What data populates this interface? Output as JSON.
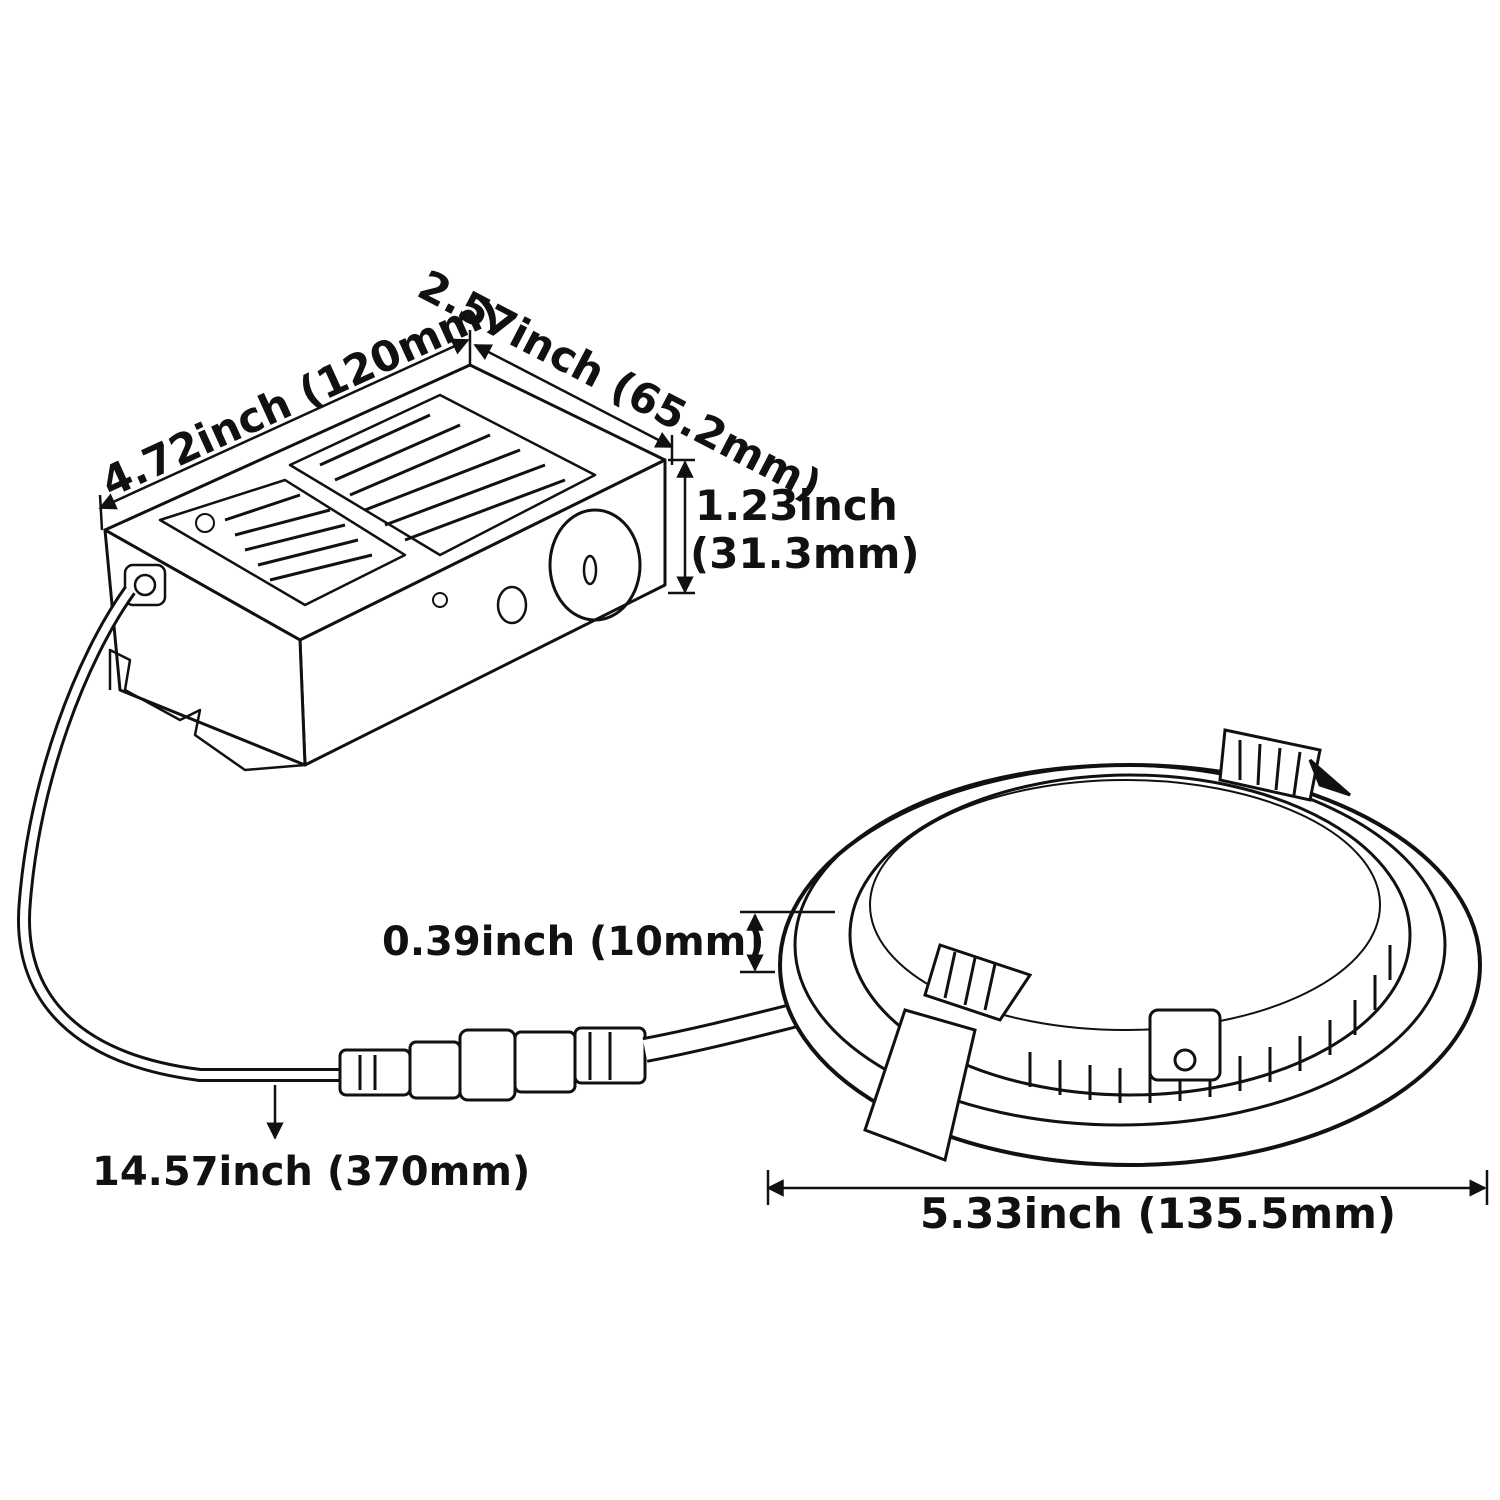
{
  "dimensions": {
    "junction_box_length": "4.72inch (120mm)",
    "junction_box_width": "2.57inch (65.2mm)",
    "junction_box_height_in": "1.23inch",
    "junction_box_height_mm": "(31.3mm)",
    "panel_thickness": "0.39inch (10mm)",
    "cable_length": "14.57inch (370mm)",
    "panel_diameter": "5.33inch (135.5mm)"
  },
  "colors": {
    "ink": "#111111",
    "background": "#ffffff"
  }
}
